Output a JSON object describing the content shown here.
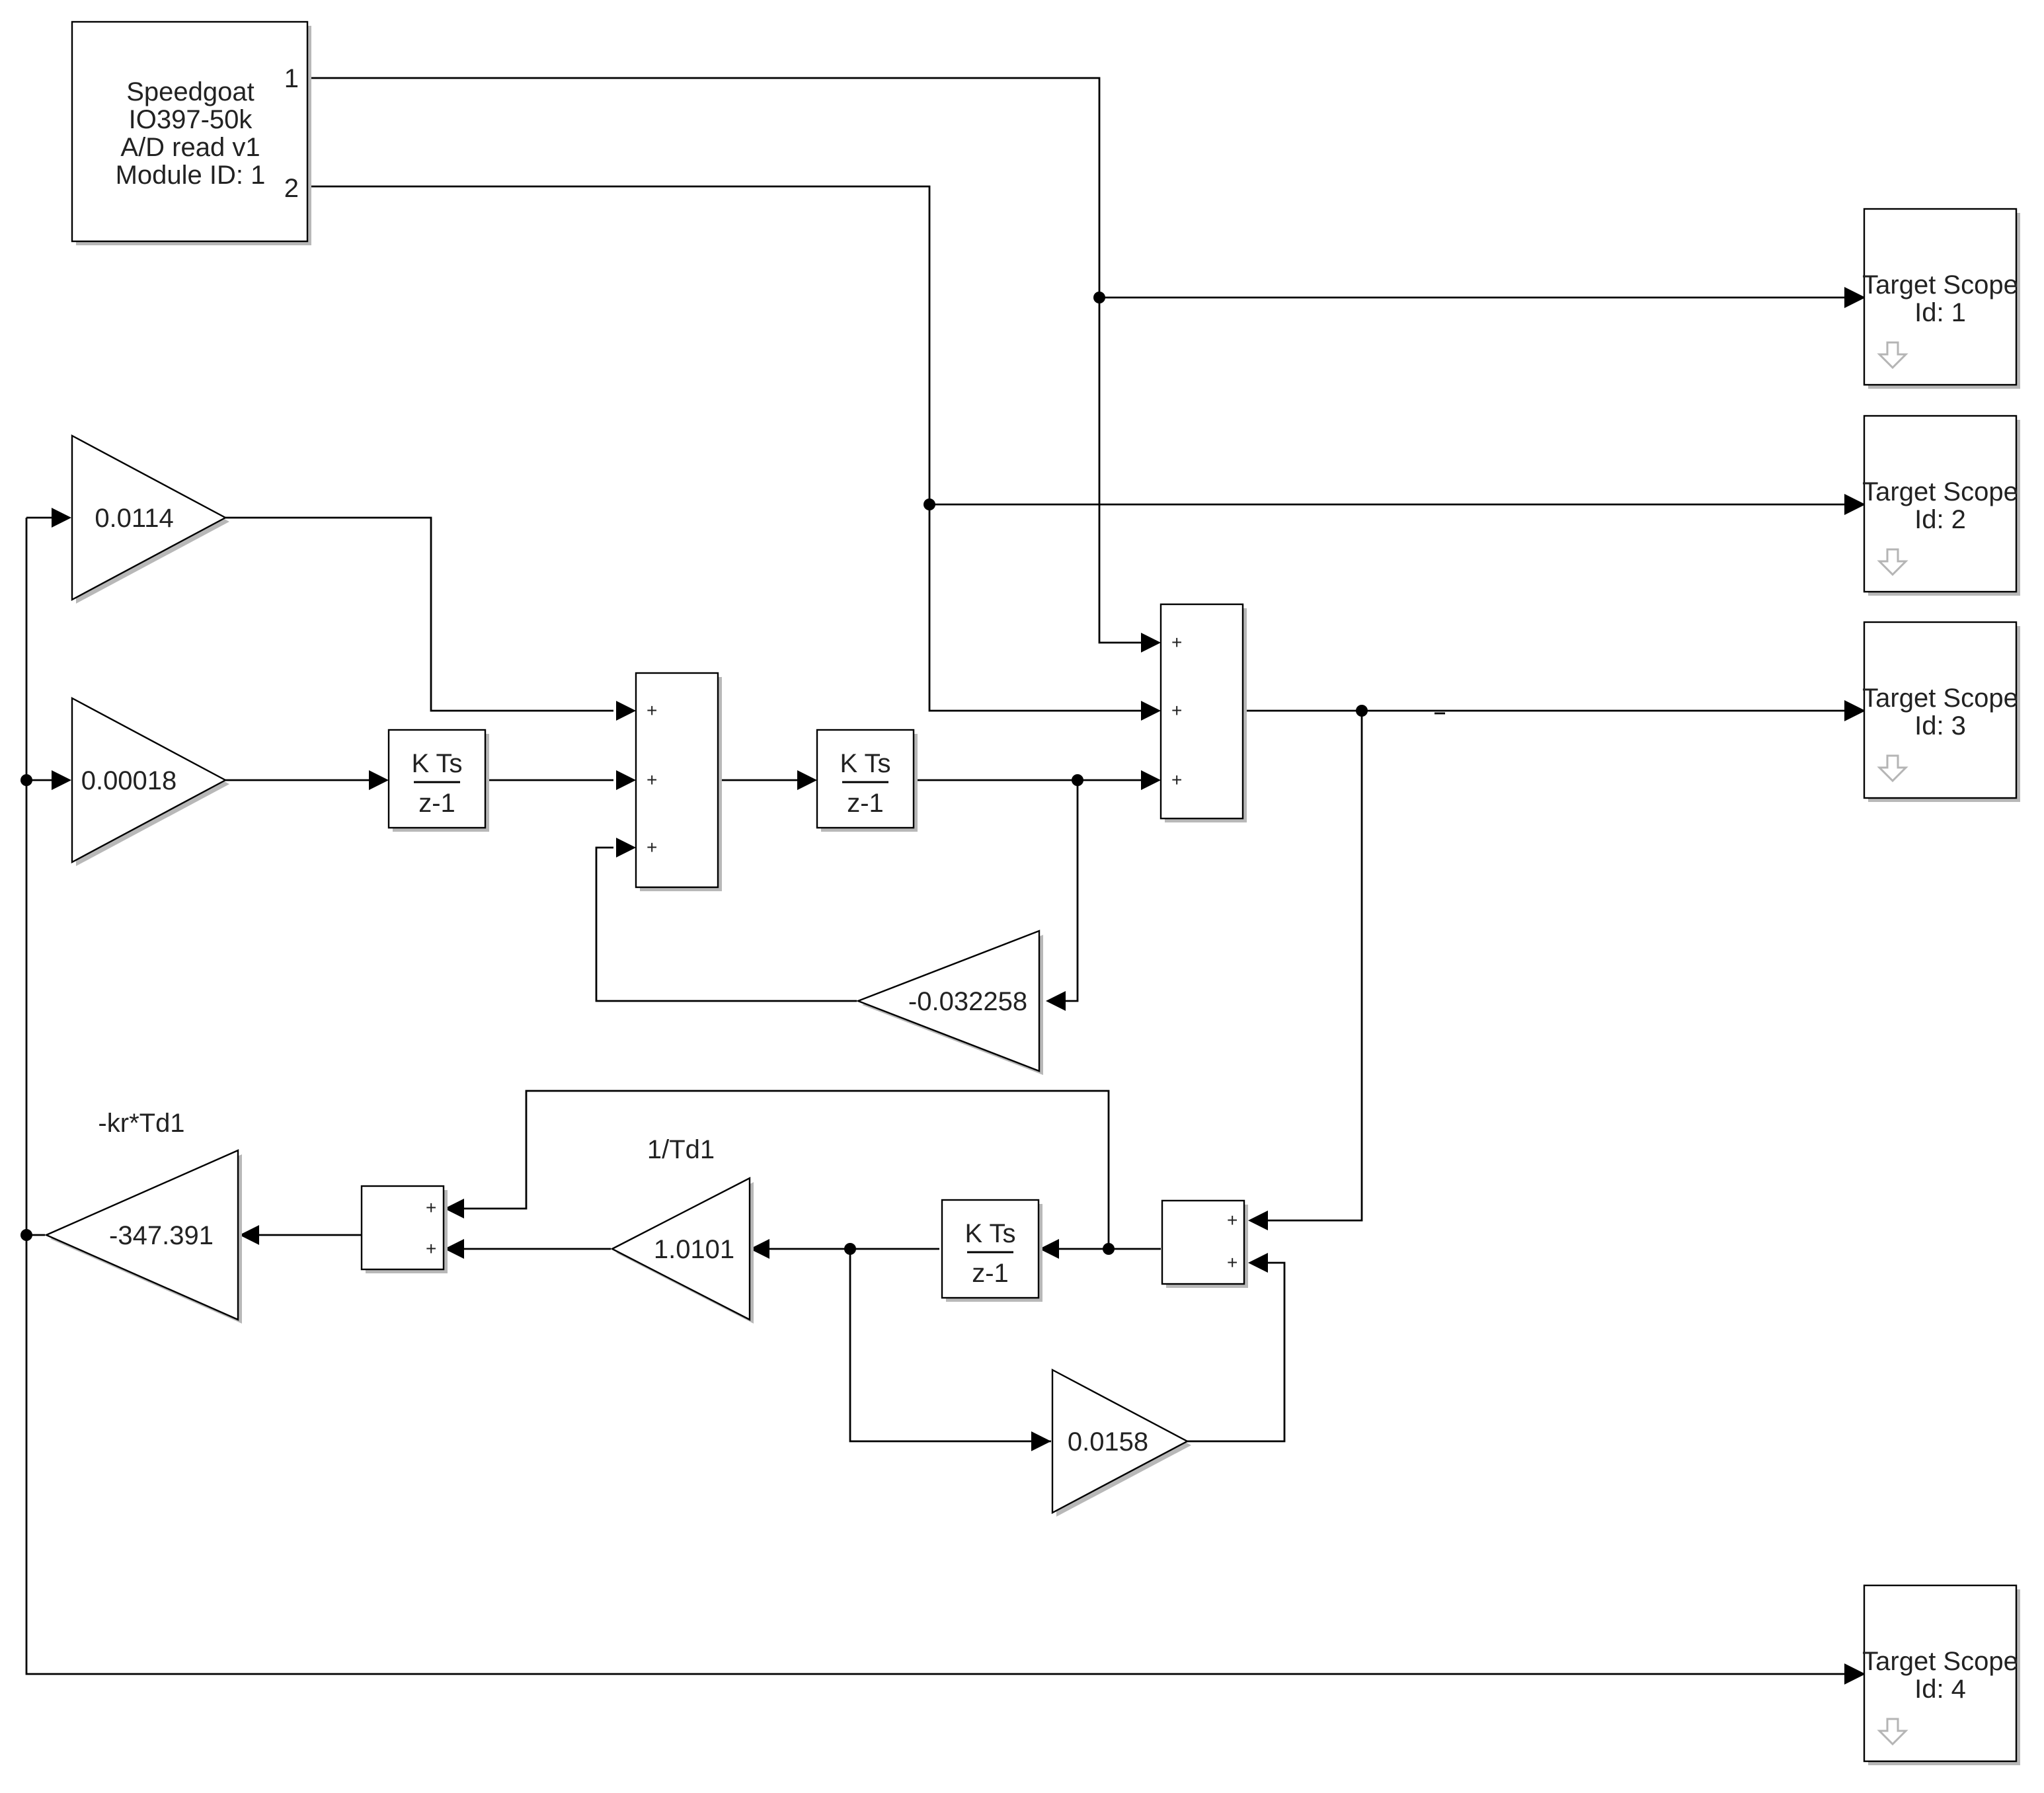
{
  "adc_block": {
    "lines": [
      "Speedgoat",
      "IO397-50k",
      "A/D read v1",
      "Module ID: 1"
    ],
    "port1": "1",
    "port2": "2"
  },
  "scopes": [
    {
      "line1": "Target Scope",
      "line2": "Id: 1",
      "icon": "scope-trigger-arrow-icon"
    },
    {
      "line1": "Target Scope",
      "line2": "Id: 2",
      "icon": "scope-trigger-arrow-icon"
    },
    {
      "line1": "Target Scope",
      "line2": "Id: 3",
      "icon": "scope-trigger-arrow-icon"
    },
    {
      "line1": "Target Scope",
      "line2": "Id: 4",
      "icon": "scope-trigger-arrow-icon"
    }
  ],
  "gains": {
    "g1": "0.0114",
    "g2": "0.00018",
    "g3": "-0.032258",
    "g4": "-347.391",
    "g5": "1.0101",
    "g6": "0.0158"
  },
  "gain_labels": {
    "g4": "-kr*Td1",
    "g5": "1/Td1"
  },
  "integrator": {
    "numerator": "K Ts",
    "denominator": "z-1"
  },
  "sum_sign": "+"
}
